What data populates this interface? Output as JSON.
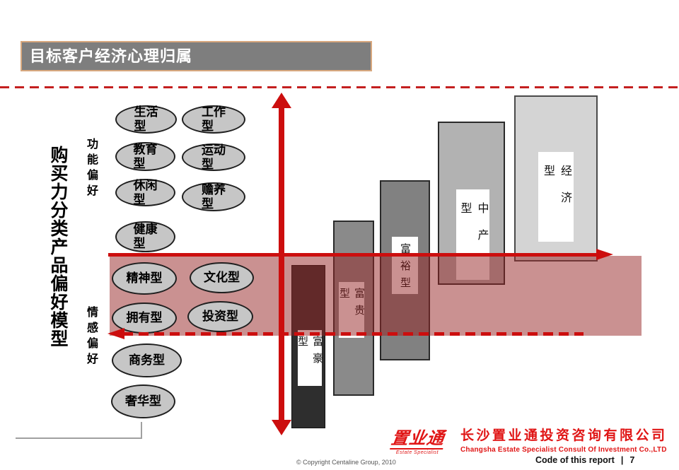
{
  "title": "目标客户经济心理归属",
  "axis": {
    "main_label": "购买力分类产品偏好模型",
    "functional_label": "功能偏好",
    "emotional_label": "情感偏好"
  },
  "ellipses": {
    "functional": [
      {
        "label": "生活\n型"
      },
      {
        "label": "工作\n型"
      },
      {
        "label": "教育\n型"
      },
      {
        "label": "运动\n型"
      },
      {
        "label": "休闲\n型"
      },
      {
        "label": "赡养\n型"
      },
      {
        "label": "健康\n型"
      }
    ],
    "emotional": [
      {
        "label": "精神型"
      },
      {
        "label": "文化型"
      },
      {
        "label": "拥有型"
      },
      {
        "label": "投资型"
      },
      {
        "label": "商务型"
      },
      {
        "label": "奢华型"
      }
    ]
  },
  "bars": [
    {
      "label": "富豪型",
      "color": "#2e2e2e"
    },
    {
      "label": "富贵型",
      "color": "#8a8a8a"
    },
    {
      "label": "富裕型",
      "color": "#818181"
    },
    {
      "label": "中产型",
      "color": "#b2b2b2"
    },
    {
      "label": "经济型",
      "color": "#d4d4d4"
    }
  ],
  "colors": {
    "arrow_red": "#cc0e0e",
    "dashed_red": "#c42020",
    "band": "rgba(150,35,35,0.5)",
    "title_bg": "#7e7e7e",
    "title_border": "#d8a87e",
    "brand_red": "#e01515",
    "ellipse_fill": "#c6c6c6"
  },
  "footer": {
    "logo_cn": "置业通",
    "logo_en": "Estate Specialist",
    "company_cn": "长沙置业通投资咨询有限公司",
    "company_en": "Changsha Estate Specialist Consult Of Investment Co.,LTD",
    "report_label": "Code of this report",
    "separator": "|",
    "page_number": "7",
    "copyright": "© Copyright Centaline Group, 2010"
  }
}
